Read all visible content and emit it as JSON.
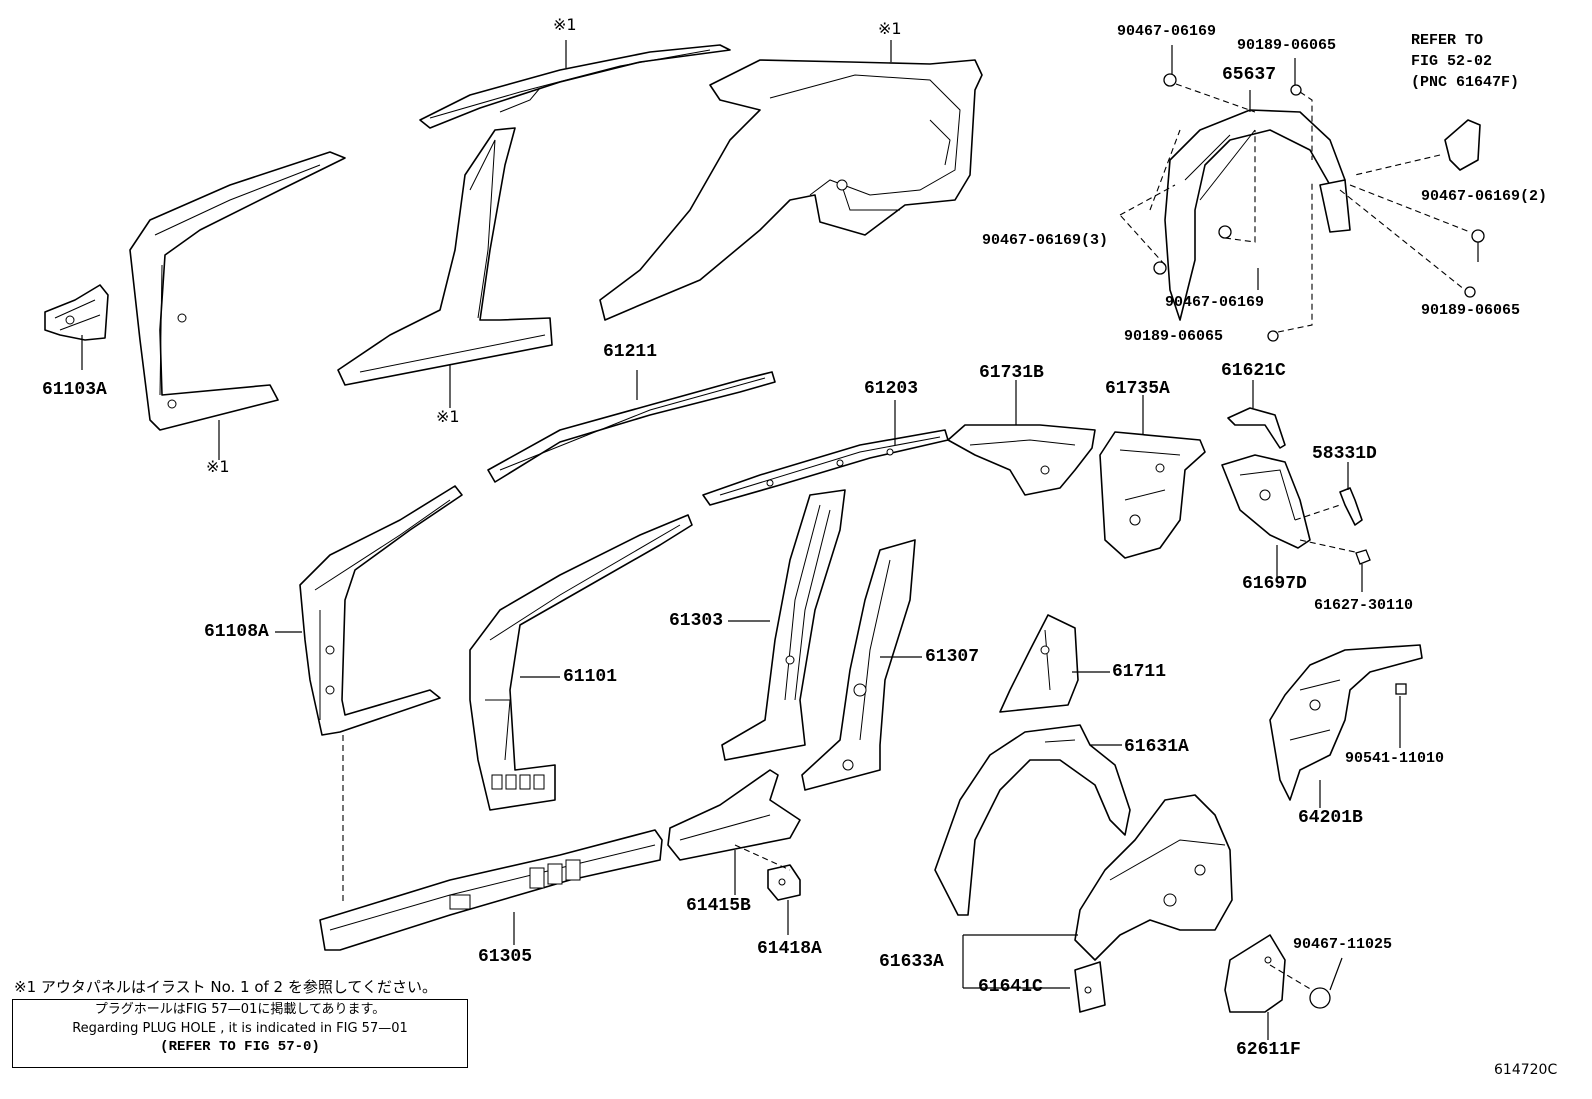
{
  "diagram": {
    "labels": {
      "p61103A": "61103A",
      "p61211": "61211",
      "p61203": "61203",
      "p61731B": "61731B",
      "p61735A": "61735A",
      "p61621C": "61621C",
      "p58331D": "58331D",
      "p61697D": "61697D",
      "p61627": "61627-30110",
      "p61108A": "61108A",
      "p61101": "61101",
      "p61303": "61303",
      "p61307": "61307",
      "p61711": "61711",
      "p61631A": "61631A",
      "p64201B": "64201B",
      "p90541": "90541-11010",
      "p61305": "61305",
      "p61415B": "61415B",
      "p61418A": "61418A",
      "p61633A": "61633A",
      "p61641C": "61641C",
      "p62611F": "62611F",
      "p90467_11025": "90467-11025",
      "p65637": "65637",
      "c90467_top": "90467-06169",
      "c90189_top": "90189-06065",
      "c90467_3": "90467-06169(3)",
      "c90467_bot": "90467-06169",
      "c90189_bot": "90189-06065",
      "c90467_2": "90467-06169(2)",
      "c90189_right": "90189-06065",
      "refer_line1": "REFER TO",
      "refer_line2": "FIG 52-02",
      "refer_line3": "(PNC 61647F)",
      "mark": "※1"
    },
    "note1": "※1 アウタパネルはイラスト No. 1 of 2 を参照してください。",
    "notebox": {
      "line1": "プラグホールはFIG 57—01に掲載してあります。",
      "line2": "Regarding  PLUG  HOLE , it is indicated in FIG  57—01",
      "line3": "(REFER TO FIG 57-0)"
    },
    "figure_code": "614720C"
  }
}
